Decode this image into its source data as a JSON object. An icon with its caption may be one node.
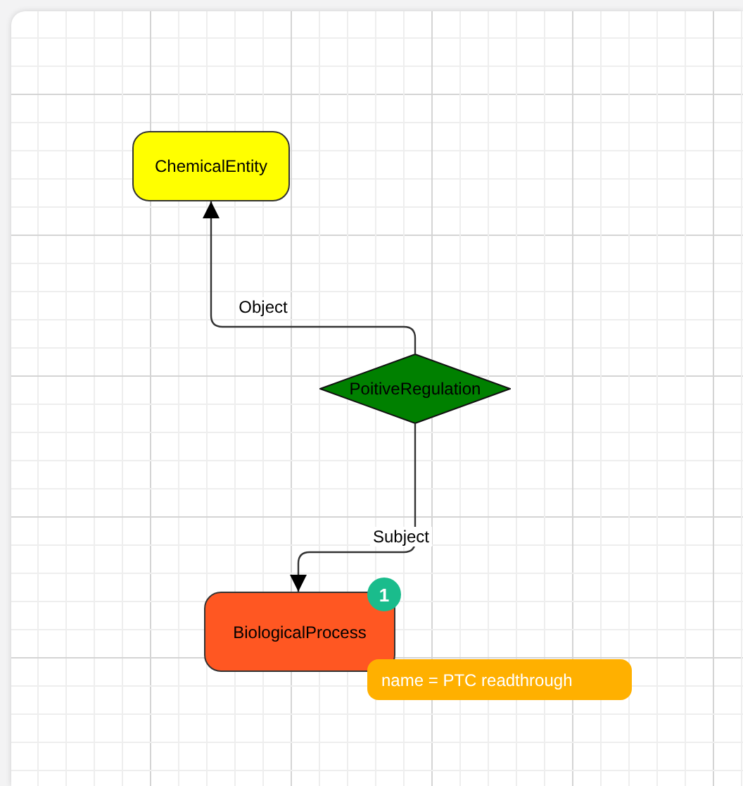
{
  "diagram": {
    "nodes": [
      {
        "text": [
          "ChemicalEntity"
        ]
      },
      {
        "text": [
          "PoitiveRegulation"
        ]
      },
      {
        "text": [
          "BiologicalProcess"
        ]
      },
      {
        "text": [
          "name = PTC readthrough"
        ]
      }
    ],
    "edges": [
      {
        "from": 1,
        "to": 0,
        "arrow": "to",
        "label": "Object"
      },
      {
        "from": 1,
        "to": 2,
        "arrow": "to",
        "label": "Subject"
      }
    ],
    "labels": [
      "1"
    ]
  }
}
